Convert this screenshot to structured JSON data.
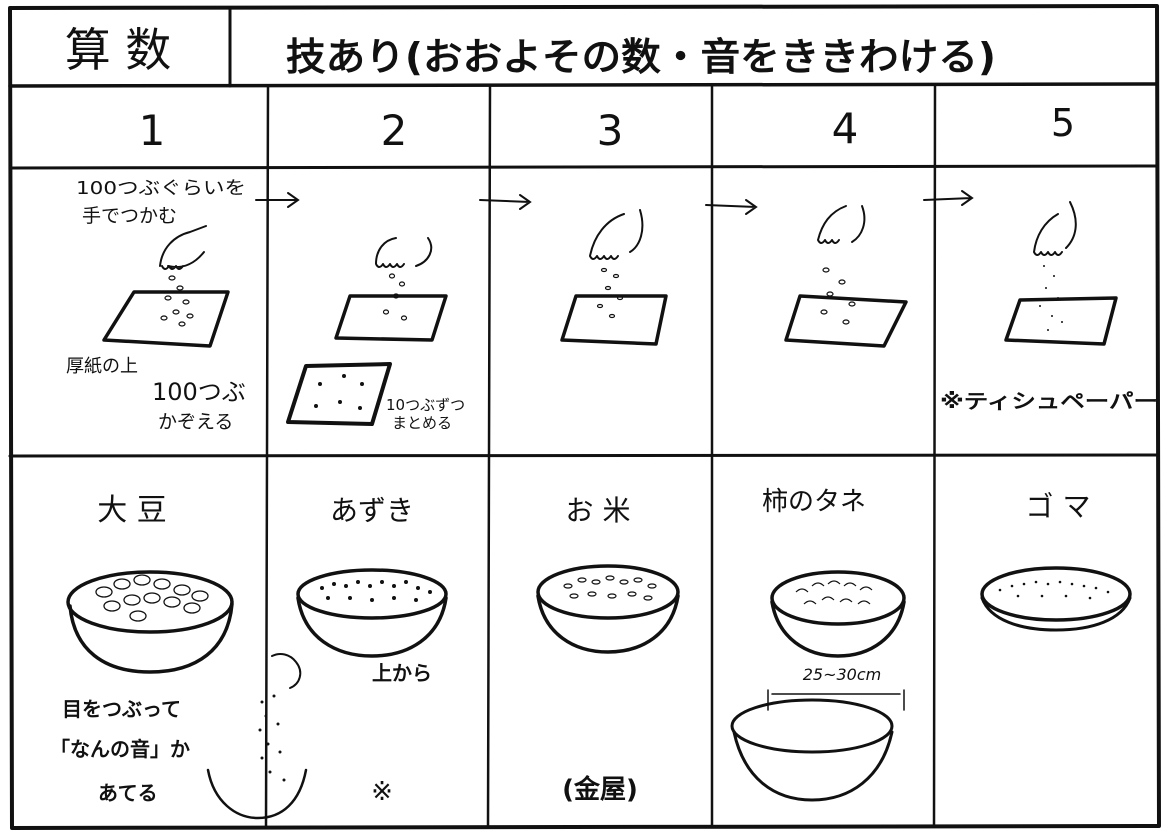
{
  "header": {
    "subject": "算 数",
    "title": "技あり(おおよその数・音をききわける)"
  },
  "steps": [
    {
      "number": "1",
      "note_top": [
        "100つぶぐらいを",
        "手でつかむ"
      ],
      "note_left": "厚紙の上",
      "note_count": [
        "100つぶ",
        "かぞえる"
      ]
    },
    {
      "number": "2",
      "note_group": [
        "10つぶずつ",
        "まとめる"
      ]
    },
    {
      "number": "3"
    },
    {
      "number": "4"
    },
    {
      "number": "5",
      "note_paper": "※ティシュペーパー"
    }
  ],
  "grains": [
    {
      "label": "大 豆",
      "notes": [
        "目をつぶって",
        "「なんの音」か",
        "あてる"
      ]
    },
    {
      "label": "あずき",
      "notes": [
        "上から"
      ],
      "mark": "※"
    },
    {
      "label": "お 米",
      "notes": [
        "(金屋)"
      ]
    },
    {
      "label": "柿のタネ",
      "notes": [
        "25~30cm"
      ]
    },
    {
      "label": "ゴ マ"
    }
  ]
}
